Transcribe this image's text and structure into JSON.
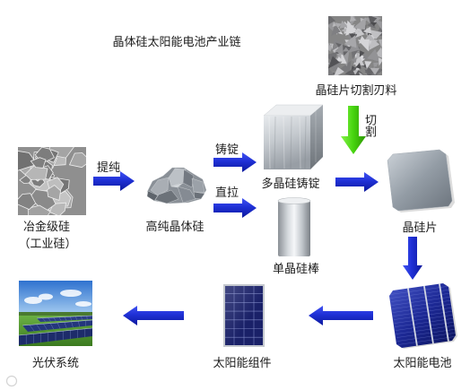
{
  "title": "晶体硅太阳能电池产业链",
  "colors": {
    "flow_arrow_light": "#4153f2",
    "flow_arrow": "#1f30d6",
    "flow_arrow_dark": "#0c189c",
    "cut_arrow_light": "#86f24a",
    "cut_arrow": "#46d40e",
    "cut_arrow_dark": "#2c9400",
    "label_text": "#1c1c1c"
  },
  "nodes": {
    "cutting_blade_material": {
      "label": "晶硅片切割刃料",
      "icon": "abrasive-crystals-icon"
    },
    "metallurgical_silicon": {
      "label": "冶金级硅",
      "sublabel": "（工业硅）",
      "icon": "silicon-flakes-icon"
    },
    "high_purity_silicon": {
      "label": "高纯晶体硅",
      "icon": "silicon-lumps-icon"
    },
    "multicrystalline_ingot": {
      "label": "多晶硅铸锭",
      "icon": "silicon-ingot-cube-icon"
    },
    "monocrystalline_rod": {
      "label": "单晶硅棒",
      "icon": "silicon-rod-icon"
    },
    "silicon_wafer": {
      "label": "晶硅片",
      "icon": "silicon-wafer-icon"
    },
    "solar_cell": {
      "label": "太阳能电池",
      "icon": "solar-cell-icon"
    },
    "solar_module": {
      "label": "太阳能组件",
      "icon": "solar-panel-icon"
    },
    "pv_system": {
      "label": "光伏系统",
      "icon": "solar-farm-icon"
    }
  },
  "arrows": {
    "purification": "提纯",
    "casting": "铸锭",
    "czochralski": "直拉",
    "cutting": "切割"
  }
}
